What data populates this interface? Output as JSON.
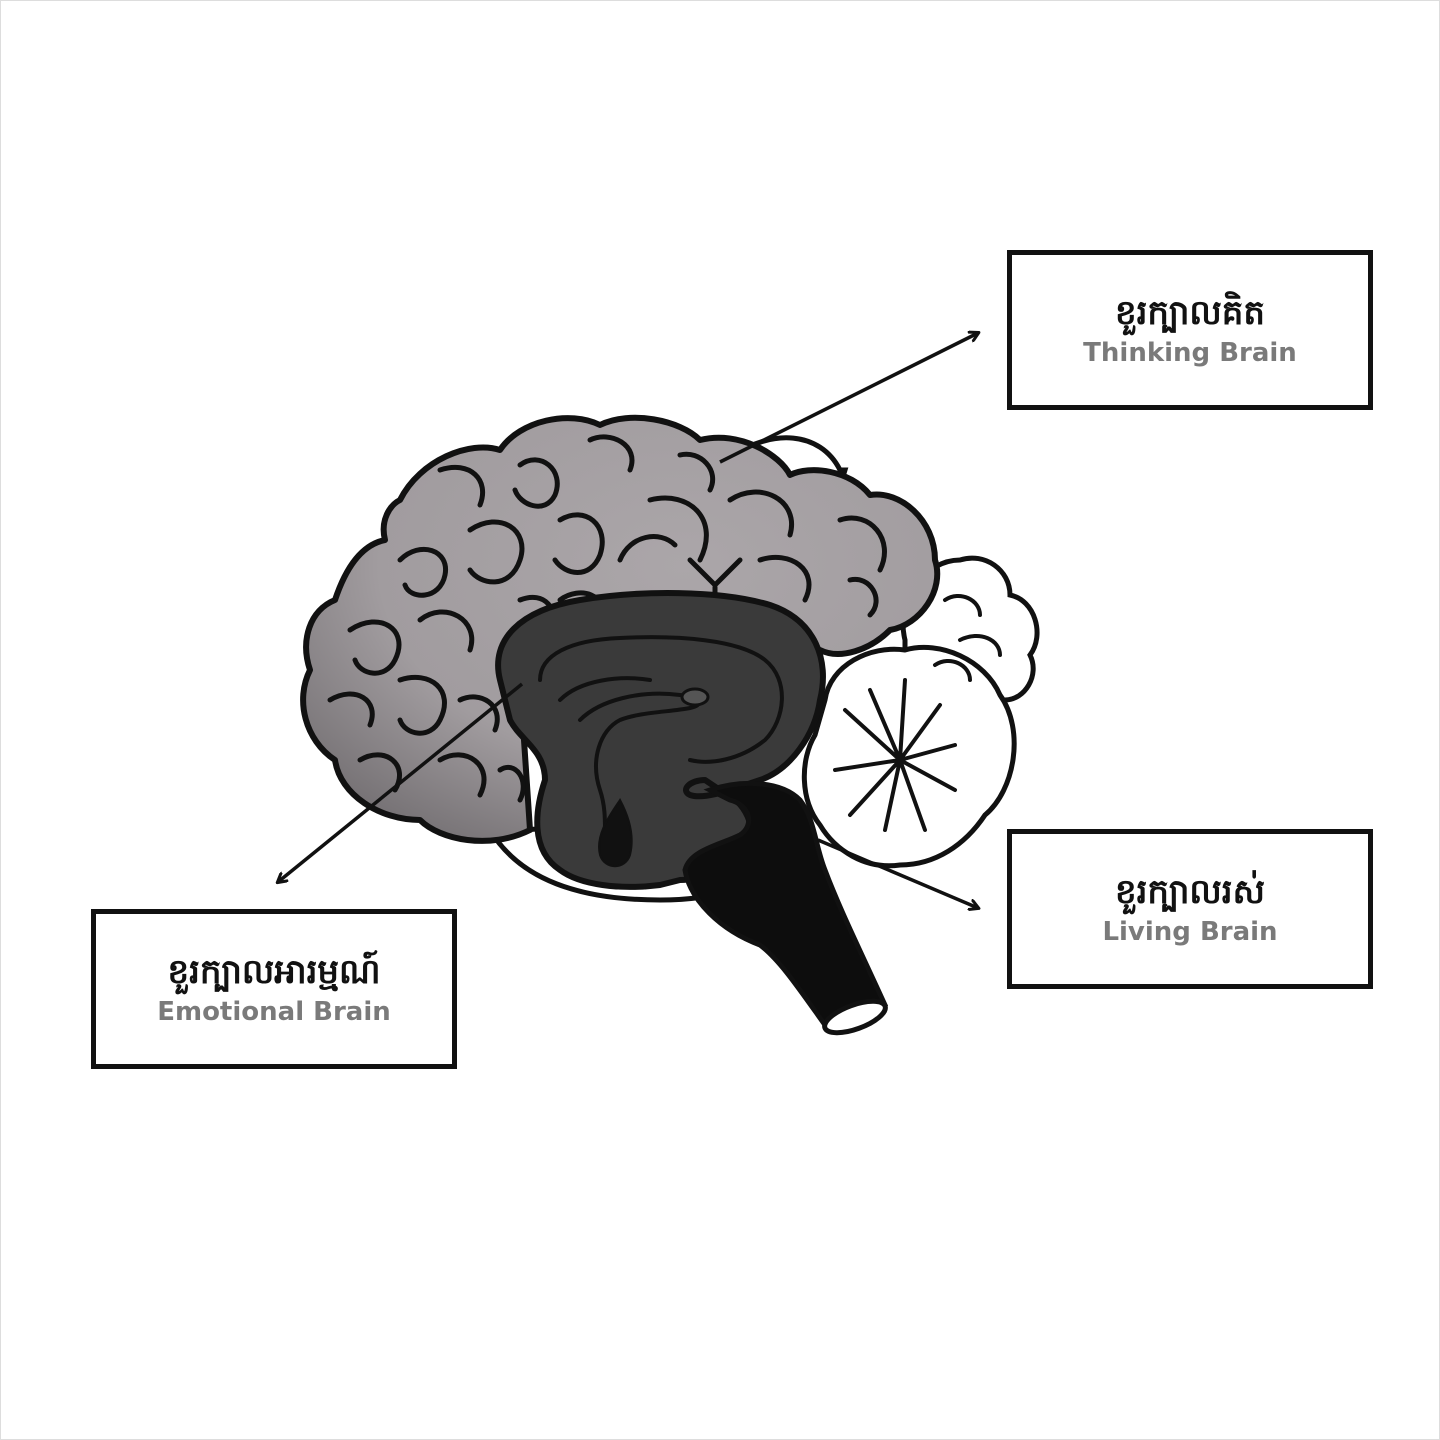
{
  "labels": {
    "thinking": {
      "km": "ខួរក្បាលគិត",
      "en": "Thinking Brain"
    },
    "living": {
      "km": "ខួរក្បាលរស់",
      "en": "Living Brain"
    },
    "emotional": {
      "km": "ខួរក្បាលអារម្មណ៍",
      "en": "Emotional Brain"
    }
  },
  "colors": {
    "outline": "#111111",
    "cerebrum": "#a8a3a6",
    "limbic": "#3a3a3a",
    "limbic_inner": "#4a4a4a",
    "brainstem": "#0d0d0d",
    "cerebellum": "#ffffff",
    "subtitle_text": "#7a7a7a"
  }
}
